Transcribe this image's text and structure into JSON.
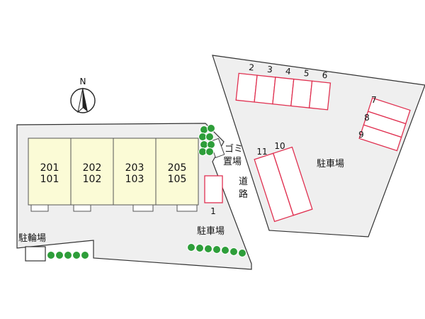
{
  "compass": {
    "north_label": "N"
  },
  "building_units": [
    {
      "upper": "201",
      "lower": "101"
    },
    {
      "upper": "202",
      "lower": "102"
    },
    {
      "upper": "203",
      "lower": "103"
    },
    {
      "upper": "205",
      "lower": "105"
    }
  ],
  "labels": {
    "garbage_line1": "ゴミ",
    "garbage_line2": "置場",
    "road_line1": "道",
    "road_line2": "路",
    "bicycle_parking": "駐輪場",
    "parking_left": "駐車場",
    "parking_right": "駐車場"
  },
  "parking_spaces": {
    "left_single": "1",
    "top_row": [
      "2",
      "3",
      "4",
      "5",
      "6"
    ],
    "right_stack": [
      "7",
      "8",
      "9"
    ],
    "diagonal_pair": [
      "11",
      "10"
    ]
  },
  "colors": {
    "lot_fill": "#efefef",
    "building_fill": "#fbfbd6",
    "parking_outline": "#e03050",
    "tree_green": "#2e9e3a",
    "outline": "#222222"
  }
}
